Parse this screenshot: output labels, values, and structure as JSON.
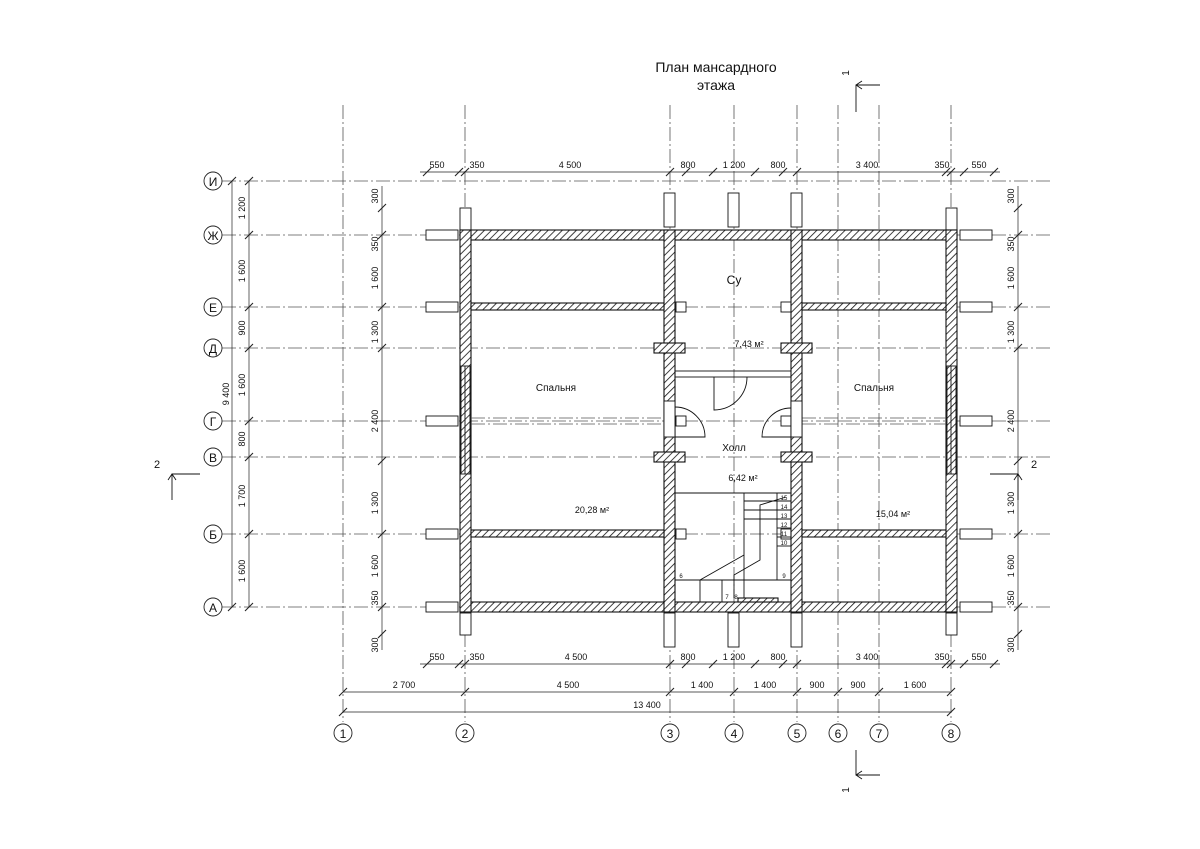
{
  "title_line1": "План мансардного",
  "title_line2": "этажа",
  "axes_x": [
    "1",
    "2",
    "3",
    "4",
    "5",
    "6",
    "7",
    "8"
  ],
  "axes_y": [
    "И",
    "Ж",
    "Е",
    "Д",
    "Г",
    "В",
    "Б",
    "А"
  ],
  "dims_top": [
    "550",
    "350",
    "4 500",
    "800",
    "1 200",
    "800",
    "3 400",
    "350",
    "550"
  ],
  "dims_bottom": [
    "550",
    "350",
    "4 500",
    "800",
    "1 200",
    "800",
    "3 400",
    "350",
    "550"
  ],
  "dims_axes": [
    "2 700",
    "4 500",
    "1 400",
    "1 400",
    "900",
    "900",
    "1 600"
  ],
  "dim_overall_x": "13 400",
  "dims_left_outer": [
    "1 200",
    "1 600",
    "900",
    "1 600",
    "800",
    "1 700",
    "1 600"
  ],
  "dim_overall_y": "9 400",
  "dims_left_inner": [
    "300",
    "350",
    "1 600",
    "1 300",
    "2 400",
    "1 300",
    "1 600",
    "350",
    "300"
  ],
  "dims_right": [
    "300",
    "350",
    "1 600",
    "1 300",
    "2 400",
    "1 300",
    "1 600",
    "350",
    "300"
  ],
  "section_1": "1",
  "section_2": "2",
  "rooms": {
    "bed_left_name": "Спальня",
    "bed_left_area": "20,28 м²",
    "bed_right_name": "Спальня",
    "bed_right_area": "15,04 м²",
    "hall_name": "Холл",
    "hall_area": "6,42 м²",
    "wc_name": "Су",
    "wc_area": "7,43 м²"
  },
  "stairs": [
    "15",
    "14",
    "13",
    "12",
    "11",
    "10",
    "9",
    "8",
    "7",
    "6"
  ]
}
